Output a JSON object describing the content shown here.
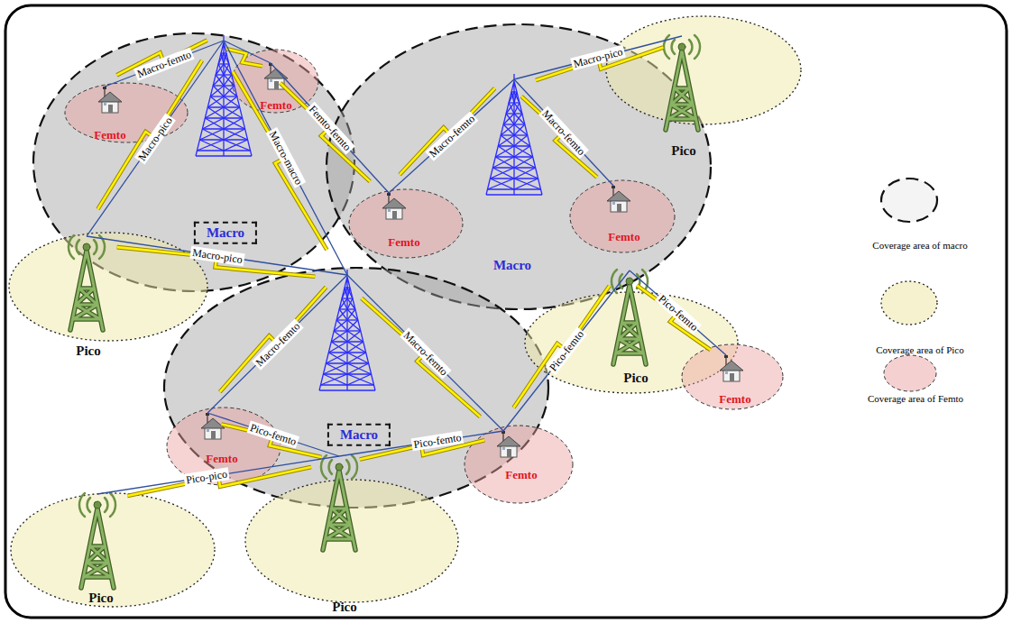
{
  "diagram": {
    "nodes": [
      {
        "text": [
          "Macro"
        ]
      },
      {
        "text": [
          "Femto"
        ],
        "in": 0
      },
      {
        "text": [
          "Femto"
        ],
        "in": 0
      },
      {
        "text": [
          "Macro"
        ]
      },
      {
        "text": [
          "Femto"
        ],
        "in": 3
      },
      {
        "text": [
          "Femto"
        ],
        "in": 3
      },
      {
        "text": [
          "Pico"
        ]
      },
      {
        "text": [
          "Pico"
        ]
      },
      {
        "text": [
          "Macro"
        ]
      },
      {
        "text": [
          "Femto"
        ],
        "in": 8
      },
      {
        "text": [
          "Pico"
        ]
      },
      {
        "text": [
          "Femto"
        ]
      },
      {
        "text": [
          "Femto"
        ]
      },
      {
        "text": [
          "Pico"
        ]
      },
      {
        "text": [
          "Pico"
        ]
      }
    ],
    "edges": [
      {
        "from": 0,
        "to": 1,
        "label": "Macro-femto",
        "arrow": "none"
      },
      {
        "from": 0,
        "to": 2,
        "arrow": "none"
      },
      {
        "from": 0,
        "to": 8,
        "label": "Macro-macro",
        "arrow": "none"
      },
      {
        "from": 0,
        "to": 7,
        "label": "Macro-pico",
        "arrow": "none"
      },
      {
        "from": 2,
        "to": 4,
        "label": "Femto-femto",
        "arrow": "none"
      },
      {
        "from": 3,
        "to": 4,
        "label": "Macro-femto",
        "arrow": "none"
      },
      {
        "from": 3,
        "to": 5,
        "label": "Macro-femto",
        "arrow": "none"
      },
      {
        "from": 3,
        "to": 6,
        "label": "Macro-pico",
        "arrow": "none"
      },
      {
        "from": 7,
        "to": 8,
        "label": "Macro-pico",
        "arrow": "none"
      },
      {
        "from": 8,
        "to": 9,
        "label": "Macro-femto",
        "arrow": "none"
      },
      {
        "from": 8,
        "to": 12,
        "label": "Macro-femto",
        "arrow": "none"
      },
      {
        "from": 10,
        "to": 12,
        "label": "Pico-femto",
        "arrow": "none"
      },
      {
        "from": 10,
        "to": 11,
        "label": "Pico-femto",
        "arrow": "none"
      },
      {
        "from": 9,
        "to": 14,
        "label": "Pico-femto",
        "arrow": "none"
      },
      {
        "from": 13,
        "to": 14,
        "label": "Pico-pico",
        "arrow": "none"
      },
      {
        "from": 14,
        "to": 12,
        "label": "Pico-femto",
        "arrow": "none"
      }
    ],
    "legend": [
      {
        "text": "Coverage area of macro",
        "color": "#f4f4f4"
      },
      {
        "text": "Coverage area of Pico",
        "color": "#f6f2cf"
      },
      {
        "text": "Coverage area of Femto",
        "color": "#f4d0d0"
      }
    ]
  }
}
